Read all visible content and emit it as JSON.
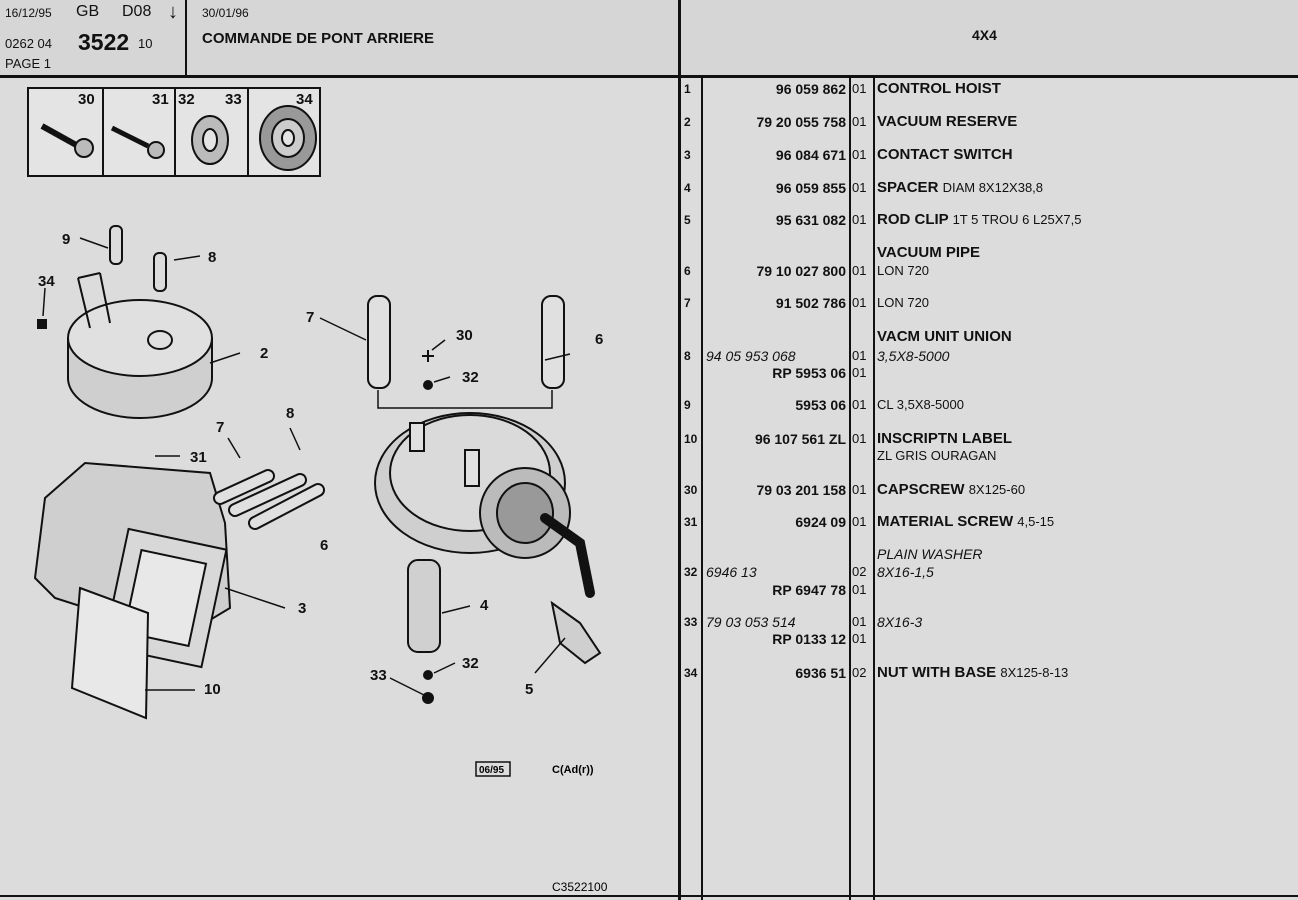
{
  "header": {
    "date": "16/12/95",
    "lang": "GB",
    "code": "D08",
    "arrow": "↓",
    "ref_prefix": "0262 04",
    "ref_main": "3522",
    "ref_suffix": "10",
    "page": "PAGE 1",
    "update_date": "30/01/96",
    "title": "COMMANDE DE PONT ARRIERE",
    "variant": "4X4"
  },
  "diagram": {
    "hardware_labels": [
      "30",
      "31",
      "32",
      "33",
      "34"
    ],
    "callouts": [
      "9",
      "8",
      "34",
      "2",
      "7",
      "8",
      "6",
      "3",
      "10",
      "31",
      "7",
      "30",
      "32",
      "6",
      "4",
      "32",
      "33",
      "5"
    ],
    "stamp_date": "06/95",
    "stamp_code": "C(Ad(r))",
    "figure_code": "C3522100"
  },
  "parts": [
    {
      "ref": "1",
      "part": "96 059 862",
      "qty": "01",
      "desc": "CONTROL HOIST"
    },
    {
      "ref": "2",
      "part": "79 20 055 758",
      "qty": "01",
      "desc": "VACUUM RESERVE"
    },
    {
      "ref": "3",
      "part": "96 084 671",
      "qty": "01",
      "desc": "CONTACT SWITCH"
    },
    {
      "ref": "4",
      "part": "96 059 855",
      "qty": "01",
      "desc": "SPACER",
      "suffix": "DIAM 8X12X38,8"
    },
    {
      "ref": "5",
      "part": "95 631 082",
      "qty": "01",
      "desc": "ROD CLIP",
      "suffix": "1T 5 TROU 6 L25X7,5"
    },
    {
      "desc": "VACUUM PIPE"
    },
    {
      "ref": "6",
      "part": "79 10 027 800",
      "qty": "01",
      "suffix": "LON 720"
    },
    {
      "ref": "7",
      "part": "91 502 786",
      "qty": "01",
      "suffix": "LON 720"
    },
    {
      "desc": "VACM UNIT UNION"
    },
    {
      "ref": "8",
      "part": "94 05 953 068",
      "qty": "01",
      "suffix": "3,5X8-5000",
      "italic": true
    },
    {
      "part": "RP  5953 06",
      "qty": "01"
    },
    {
      "ref": "9",
      "part": "5953 06",
      "qty": "01",
      "suffix": "CL 3,5X8-5000"
    },
    {
      "ref": "10",
      "part": "96 107 561 ZL",
      "qty": "01",
      "desc": "INSCRIPTN LABEL"
    },
    {
      "suffix": "ZL GRIS OURAGAN"
    },
    {
      "ref": "30",
      "part": "79 03 201 158",
      "qty": "01",
      "desc": "CAPSCREW",
      "suffix": "8X125-60"
    },
    {
      "ref": "31",
      "part": "6924 09",
      "qty": "01",
      "desc": "MATERIAL SCREW",
      "suffix": "4,5-15"
    },
    {
      "desc": "PLAIN WASHER",
      "italic": true
    },
    {
      "ref": "32",
      "part": "6946 13",
      "qty": "02",
      "suffix": "8X16-1,5",
      "italic": true
    },
    {
      "part": "RP  6947 78",
      "qty": "01"
    },
    {
      "ref": "33",
      "part": "79 03 053 514",
      "qty": "01",
      "suffix": "8X16-3",
      "italic": true
    },
    {
      "part": "RP  0133 12",
      "qty": "01"
    },
    {
      "ref": "34",
      "part": "6936 51",
      "qty": "02",
      "desc": "NUT WITH BASE",
      "suffix": "8X125-8-13"
    }
  ]
}
